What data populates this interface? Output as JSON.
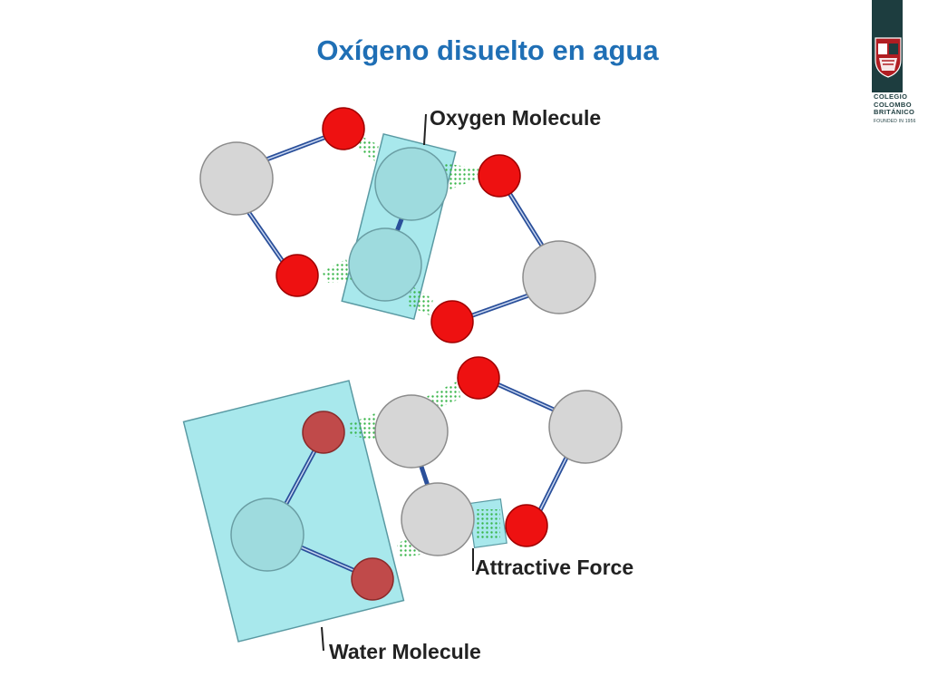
{
  "slide": {
    "title": "Oxígeno disuelto en agua"
  },
  "logo": {
    "line1": "COLEGIO",
    "line2": "COLOMBO",
    "line3": "BRITÁNICO",
    "founded": "FOUNDED IN 1956"
  },
  "diagram": {
    "labels": {
      "oxygen_molecule": "Oxygen Molecule",
      "attractive_force": "Attractive Force",
      "water_molecule": "Water Molecule"
    },
    "colors": {
      "oxygen_atom": "#ee1111",
      "water_oxygen_highlighted": "#c04a4a",
      "hydrogen_atom": "#d6d6d6",
      "highlight_box": "#a8e8ec",
      "bond": "#2a4f9a",
      "force_dots": "#39b54a",
      "title": "#1f6fb5"
    }
  }
}
